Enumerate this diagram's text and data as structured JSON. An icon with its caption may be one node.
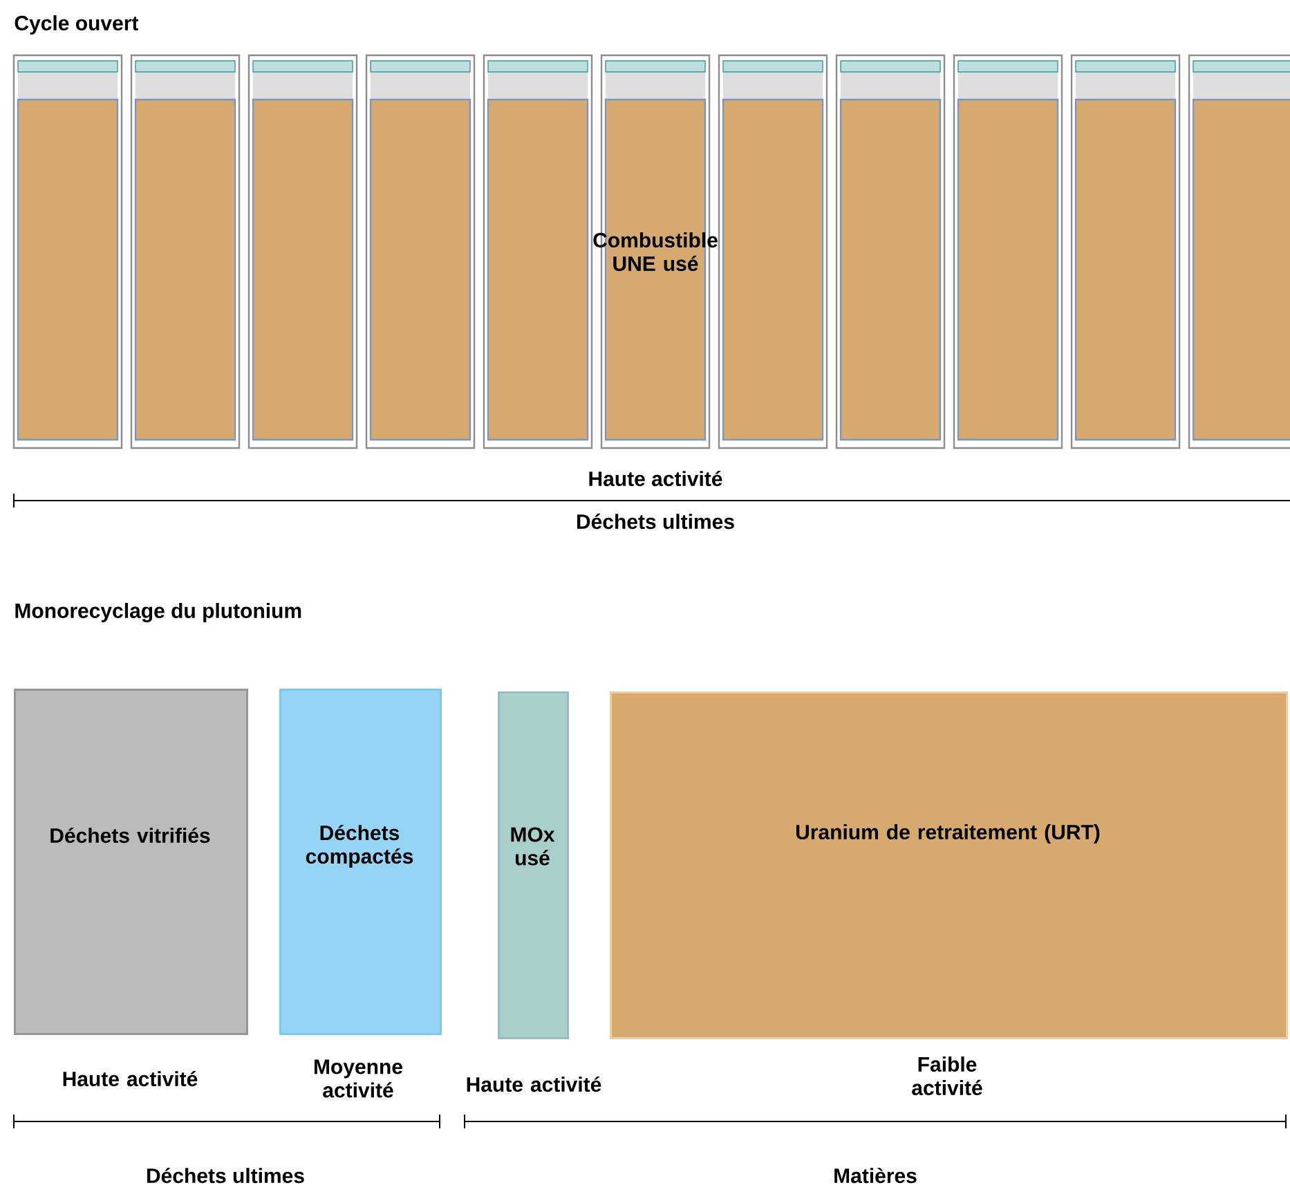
{
  "diagram": {
    "nodes": [
      {
        "text": [
          "Déchets vitrifiés"
        ],
        "beside": [
          "Haute activité"
        ]
      },
      {
        "text": [
          "Déchets compactés"
        ],
        "beside": [
          "Moyenne activité"
        ]
      },
      {
        "text": [
          "MOx usé"
        ],
        "beside": [
          "Haute activité"
        ]
      },
      {
        "text": [
          "Uranium de retraitement (URT)"
        ],
        "beside": [
          "Faible activité"
        ]
      }
    ],
    "labels": [
      "Cycle ouvert",
      "Combustible UNE usé",
      "Haute activité",
      "Déchets ultimes",
      "Monorecyclage du plutonium",
      "Déchets ultimes",
      "Matières"
    ]
  }
}
